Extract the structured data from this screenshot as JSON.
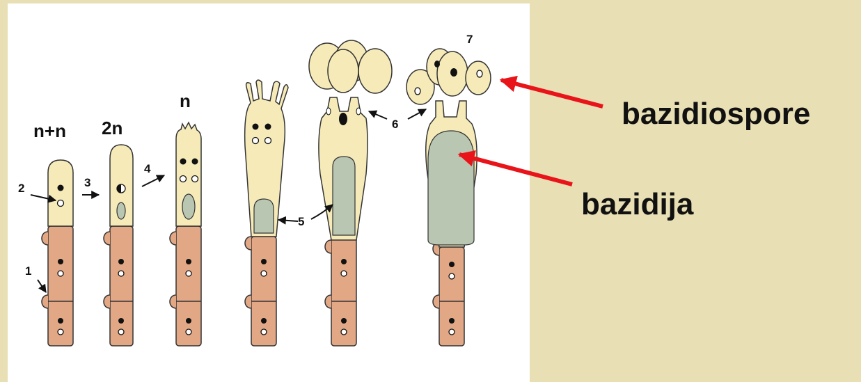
{
  "labels": {
    "ploidy_dikaryon": "n+n",
    "ploidy_diploid": "2n",
    "ploidy_haploid": "n",
    "bazidiospore": "bazidiospore",
    "bazidija": "bazidija"
  },
  "step_numbers": [
    "1",
    "2",
    "3",
    "4",
    "5",
    "6",
    "7"
  ],
  "colors": {
    "slide_background": "#e8dfb5",
    "panel_background": "#ffffff",
    "basidium_fill": "#f5eab8",
    "hypha_fill": "#e2a886",
    "nucleus_fill": "#5f7a6e",
    "vacuole_fill": "#b9c6b2",
    "arrow_red": "#e8141a"
  }
}
